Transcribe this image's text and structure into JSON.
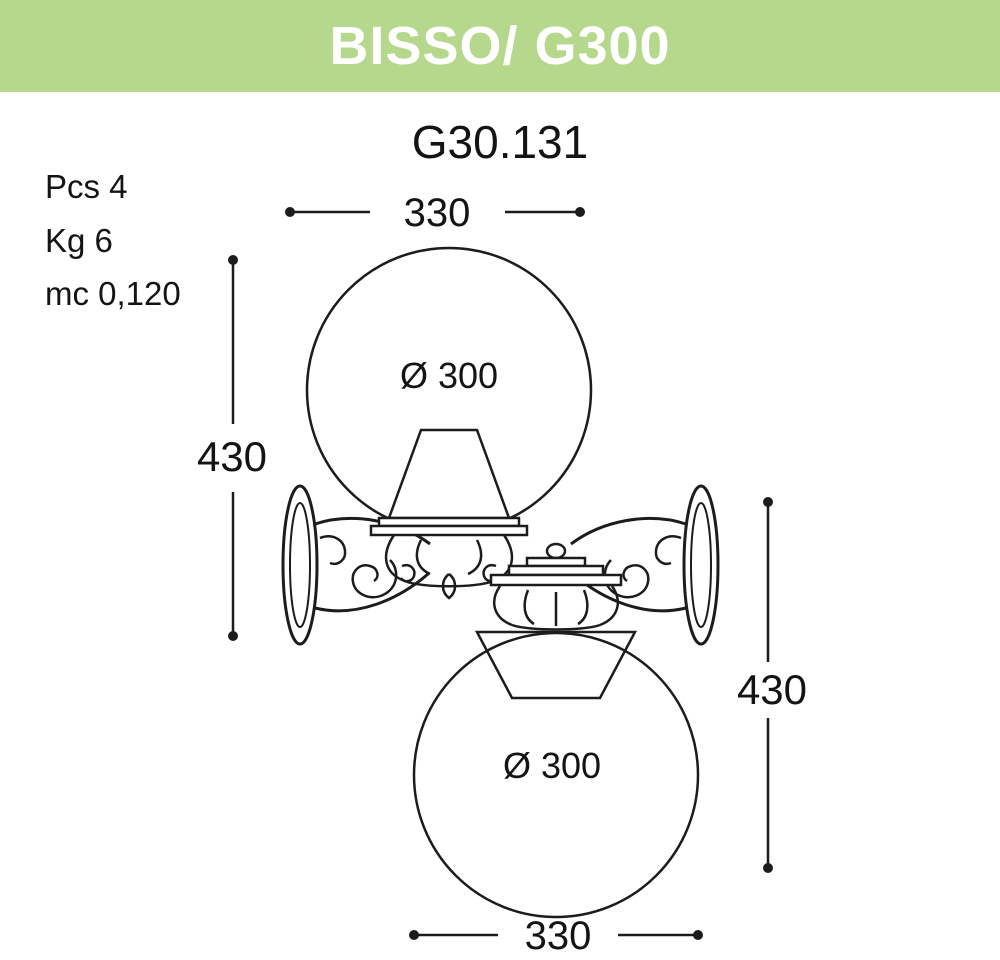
{
  "banner": {
    "title": "BISSO/ G300",
    "bg_color": "#b6d88c",
    "text_color": "#ffffff"
  },
  "model_number": "G30.131",
  "specs": {
    "pcs": "Pcs 4",
    "weight": "Kg 6",
    "volume": "mc 0,120"
  },
  "dimensions": {
    "top_width": "330",
    "left_height": "430",
    "top_globe_diameter": "Ø 300",
    "right_height": "430",
    "bottom_globe_diameter": "Ø 300",
    "bottom_width": "330"
  },
  "drawing": {
    "line_color": "#1c1c1c",
    "subject": "double wall lantern technical drawing, globe up and globe down versions"
  }
}
